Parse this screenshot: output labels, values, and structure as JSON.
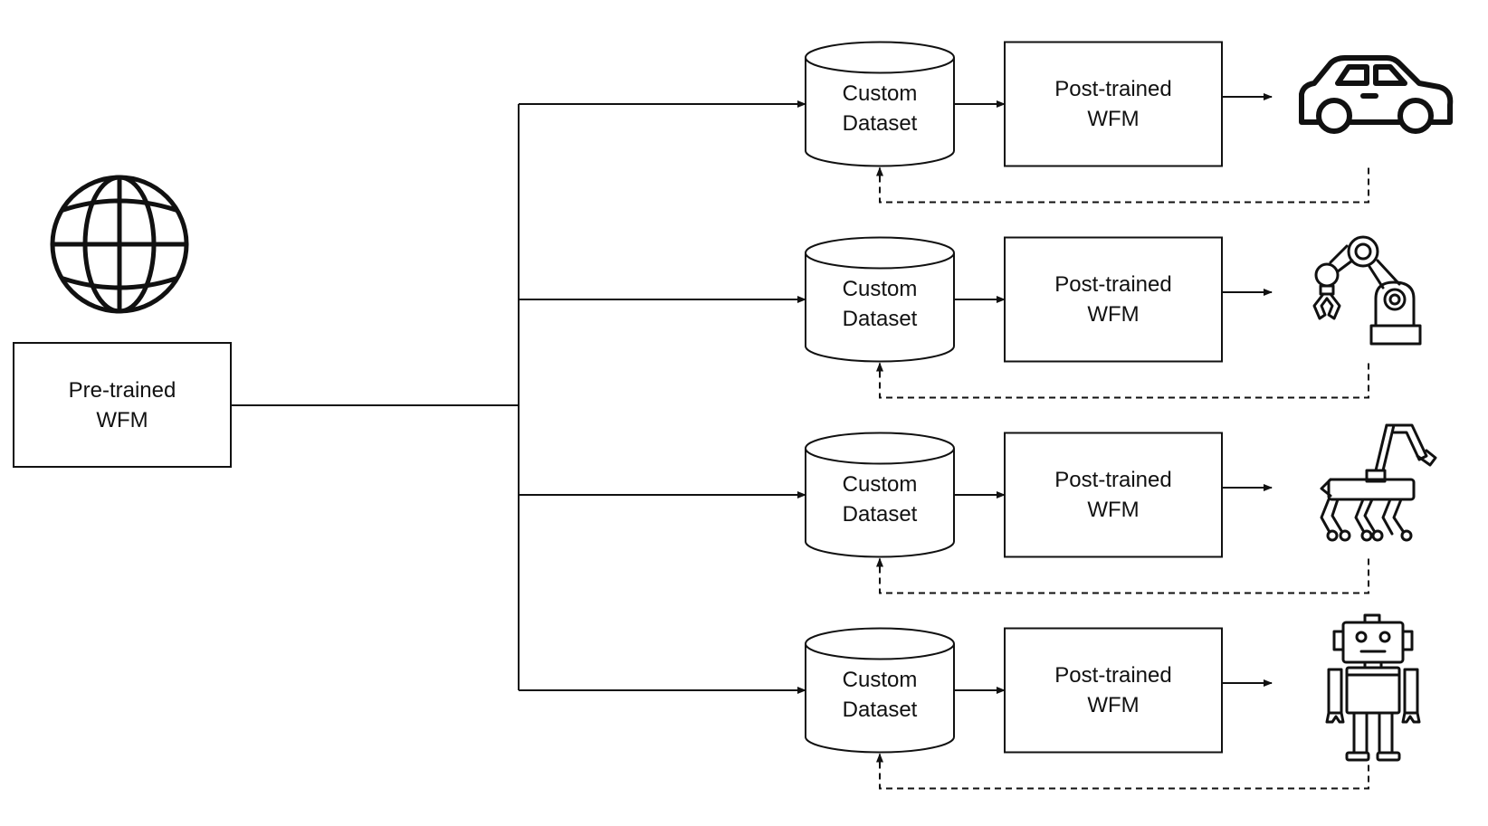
{
  "pretrained": {
    "line1": "Pre-trained",
    "line2": "WFM"
  },
  "branches": [
    {
      "dataset_line1": "Custom",
      "dataset_line2": "Dataset",
      "model_line1": "Post-trained",
      "model_line2": "WFM",
      "target_icon": "car-icon"
    },
    {
      "dataset_line1": "Custom",
      "dataset_line2": "Dataset",
      "model_line1": "Post-trained",
      "model_line2": "WFM",
      "target_icon": "robot-arm-icon"
    },
    {
      "dataset_line1": "Custom",
      "dataset_line2": "Dataset",
      "model_line1": "Post-trained",
      "model_line2": "WFM",
      "target_icon": "quadruped-robot-icon"
    },
    {
      "dataset_line1": "Custom",
      "dataset_line2": "Dataset",
      "model_line1": "Post-trained",
      "model_line2": "WFM",
      "target_icon": "humanoid-robot-icon"
    }
  ],
  "source_icon": "globe-icon",
  "colors": {
    "stroke": "#111111",
    "background": "#ffffff"
  }
}
